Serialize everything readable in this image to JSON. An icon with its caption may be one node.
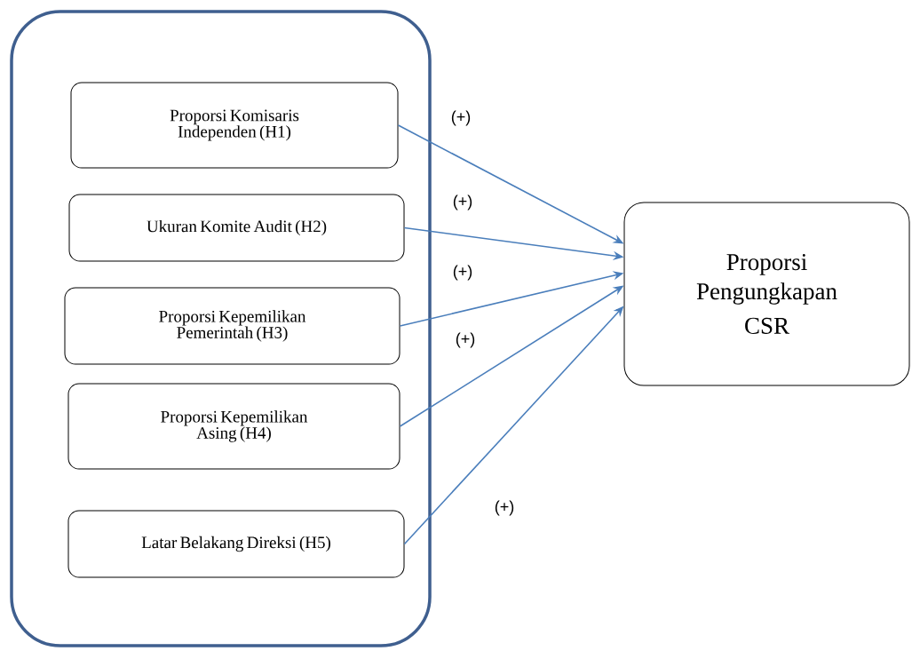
{
  "diagram": {
    "nodes": [
      {
        "text": [],
        "shape": "box"
      },
      {
        "text": [
          "Proporsi Komisaris Independen (H1)"
        ],
        "in": 0
      },
      {
        "text": [
          "Ukuran Komite Audit (H2)"
        ],
        "in": 0
      },
      {
        "text": [
          "Proporsi Kepemilikan Pemerintah (H3)"
        ],
        "in": 0
      },
      {
        "text": [
          "Proporsi Kepemilikan Asing (H4)"
        ],
        "in": 0
      },
      {
        "text": [
          "Latar Belakang Direksi (H5)"
        ],
        "in": 0
      },
      {
        "text": [
          "Proporsi Pengungkapan",
          "CSR"
        ]
      }
    ],
    "edges": [
      {
        "from": 1,
        "to": 6,
        "arrow": "to",
        "label": "(+)",
        "color": "#4a7ebb"
      },
      {
        "from": 2,
        "to": 6,
        "arrow": "to",
        "label": "(+)",
        "color": "#4a7ebb"
      },
      {
        "from": 3,
        "to": 6,
        "arrow": "to",
        "label": "(+)",
        "color": "#4a7ebb"
      },
      {
        "from": 4,
        "to": 6,
        "arrow": "to",
        "label": "(+)",
        "color": "#4a7ebb"
      },
      {
        "from": 5,
        "to": 6,
        "arrow": "to",
        "label": "(+)",
        "color": "#4a7ebb"
      }
    ]
  }
}
